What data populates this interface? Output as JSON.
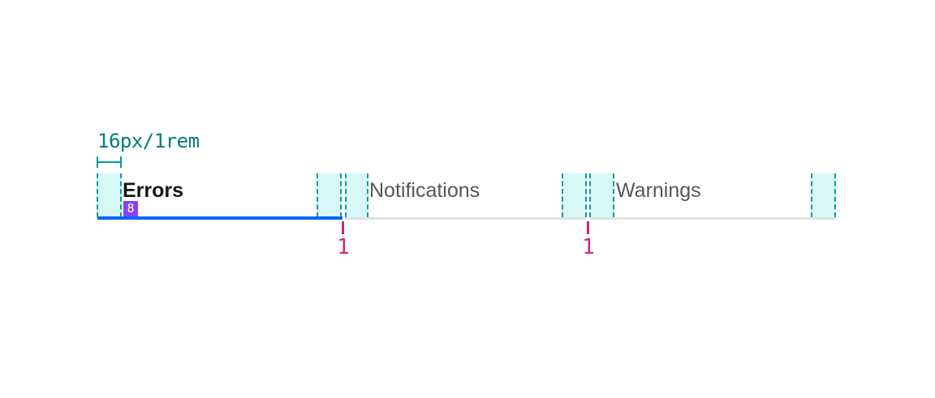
{
  "component": "line-tabs-spacing-spec",
  "annotations": {
    "padding_label": "16px/1rem",
    "label_bottom_spacing": "8",
    "gap_markers": [
      "1",
      "1"
    ]
  },
  "tabs": [
    {
      "label": "Errors",
      "state": "selected"
    },
    {
      "label": "Notifications",
      "state": "unselected"
    },
    {
      "label": "Warnings",
      "state": "unselected"
    }
  ],
  "colors": {
    "annotation_teal_text": "#007d79",
    "annotation_teal_border": "#009d9a",
    "annotation_teal_fill": "#d8f7f7",
    "annotation_magenta": "#d02670",
    "spacing_badge_purple": "#8a3ffc",
    "selected_underline_blue": "#0f62fe",
    "unselected_underline_gray": "#e0e0e0",
    "selected_label": "#161616",
    "unselected_label": "#565656",
    "background": "#ffffff"
  }
}
